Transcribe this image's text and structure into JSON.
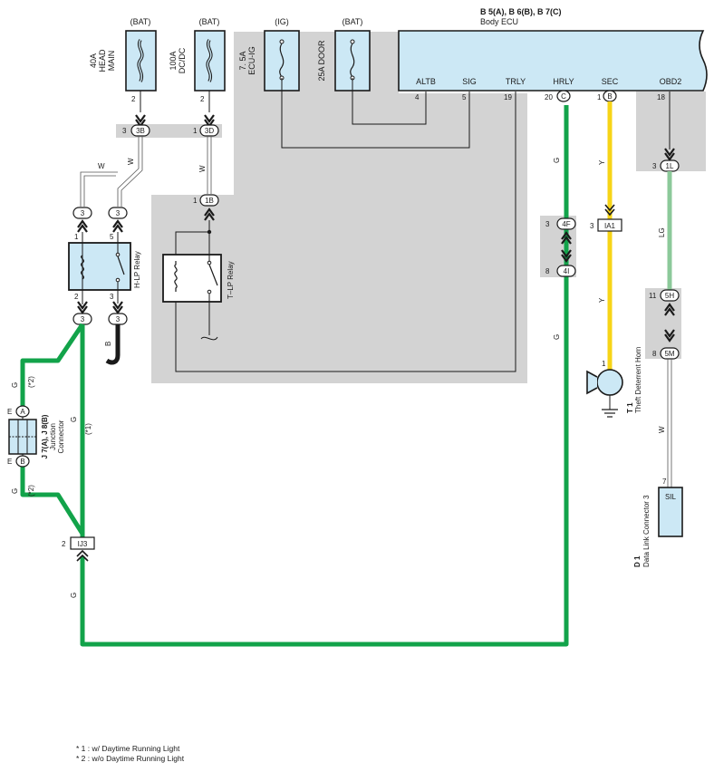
{
  "ecu": {
    "codes": "B 5(A), B 6(B), B 7(C)",
    "name": "Body ECU",
    "terminals": [
      "ALTB",
      "SIG",
      "TRLY",
      "HRLY",
      "SEC",
      "OBD2"
    ],
    "pins": {
      "altb": "4",
      "sig": "5",
      "trly": "19",
      "hrly": "20",
      "sec": "1",
      "obd2": "18"
    },
    "connector_c": "C",
    "connector_b": "B"
  },
  "fuses": [
    {
      "source": "(BAT)",
      "rating": "40A",
      "name_line1": "HEAD",
      "name_line2": "MAIN",
      "pin": "2"
    },
    {
      "source": "(BAT)",
      "rating": "100A",
      "name_line1": "DC/DC",
      "name_line2": "",
      "pin": "2"
    },
    {
      "source": "(IG)",
      "rating": "7. 5A",
      "name_line1": "ECU-IG",
      "name_line2": ""
    },
    {
      "source": "(BAT)",
      "rating": "25A DOOR",
      "name_line1": "",
      "name_line2": ""
    }
  ],
  "connectors": {
    "c3B": {
      "pin": "3",
      "code": "3B"
    },
    "c3D": {
      "pin": "1",
      "code": "3D"
    },
    "c1B": {
      "pin": "1",
      "code": "1B"
    },
    "c3a": {
      "code": "3"
    },
    "c3b": {
      "code": "3"
    },
    "c3c": {
      "code": "3"
    },
    "c3d": {
      "code": "3"
    },
    "c4F": {
      "pin": "3",
      "code": "4F"
    },
    "c4I": {
      "pin": "8",
      "code": "4I"
    },
    "cIA1": {
      "pin": "3",
      "code": "IA1"
    },
    "c1L": {
      "pin": "3",
      "code": "1L"
    },
    "c5H": {
      "pin": "11",
      "code": "5H"
    },
    "c5M": {
      "pin": "8",
      "code": "5M"
    },
    "cIJ3": {
      "pin": "2",
      "code": "IJ3"
    }
  },
  "relays": {
    "hlp": {
      "name": "H-LP Relay",
      "pins": [
        "1",
        "5",
        "2",
        "3"
      ]
    },
    "tlp": {
      "name": "T–LP Relay"
    }
  },
  "wires": {
    "w1": "W",
    "w2": "W",
    "w3": "W",
    "b": "B",
    "g_hrly": "G",
    "g_lower": "G",
    "g_left1": "G",
    "g_left2": "G",
    "g_left3": "G",
    "g_bottom": "G",
    "y1": "Y",
    "y2": "Y",
    "lg": "LG",
    "w_dlc": "W"
  },
  "marks": {
    "m2a": "(*2)",
    "m1": "(*1)",
    "m2b": "(*2)"
  },
  "junction": {
    "code": "J 7(A), J 8(B)",
    "name1": "Junction",
    "name2": "Connector",
    "pin_a": "E",
    "pin_b": "E",
    "label_a": "A",
    "label_b": "B"
  },
  "horn": {
    "code": "T 1",
    "name": "Theft Deterrent Horn",
    "pin": "1"
  },
  "dlc": {
    "code": "D 1",
    "name": "Data Link Connector 3",
    "pin": "7",
    "terminal": "SIL"
  },
  "notes": [
    "* 1 : w/ Daytime Running Light",
    "* 2 : w/o Daytime Running Light"
  ],
  "colors": {
    "grey_region": "#d3d3d3",
    "ecu_fill": "#cce8f5",
    "green_wire": "#12a34a",
    "yellow_wire": "#f7d417",
    "light_green_wire": "#8cc99a"
  }
}
